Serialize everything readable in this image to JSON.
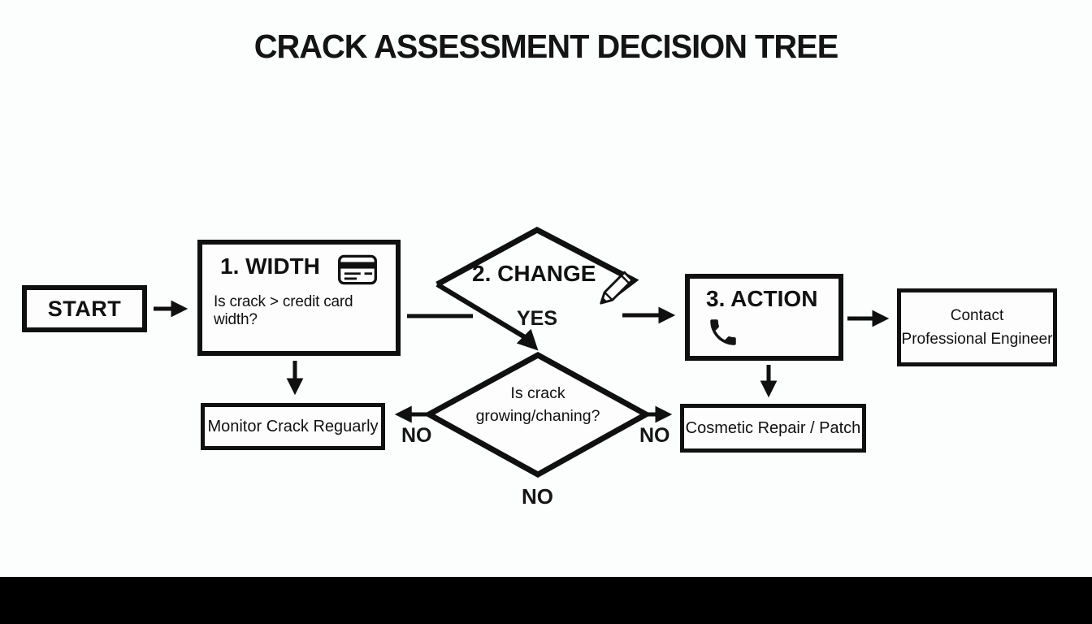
{
  "title": "CRACK ASSESSMENT DECISION TREE",
  "colors": {
    "ink": "#111111",
    "background": "#fcfdfd",
    "footer_bar": "#000000"
  },
  "nodes": {
    "start": {
      "label": "START"
    },
    "width": {
      "step": "1. WIDTH",
      "question": "Is crack > credit card width?",
      "icon": "credit-card-icon"
    },
    "change": {
      "step": "2. CHANGE",
      "icon": "pencil-icon"
    },
    "action": {
      "step": "3. ACTION",
      "icon": "phone-icon"
    },
    "contact": {
      "line1": "Contact",
      "line2": "Professional Engineer"
    },
    "monitor": {
      "label": "Monitor Crack Reguarly"
    },
    "growing": {
      "line1": "Is crack",
      "line2": "growing/chaning?"
    },
    "cosmetic": {
      "label": "Cosmetic Repair / Patch"
    }
  },
  "edges": {
    "yes": {
      "label": "YES"
    },
    "no_left": {
      "label": "NO"
    },
    "no_right": {
      "label": "NO"
    },
    "no_bottom": {
      "label": "NO"
    }
  }
}
